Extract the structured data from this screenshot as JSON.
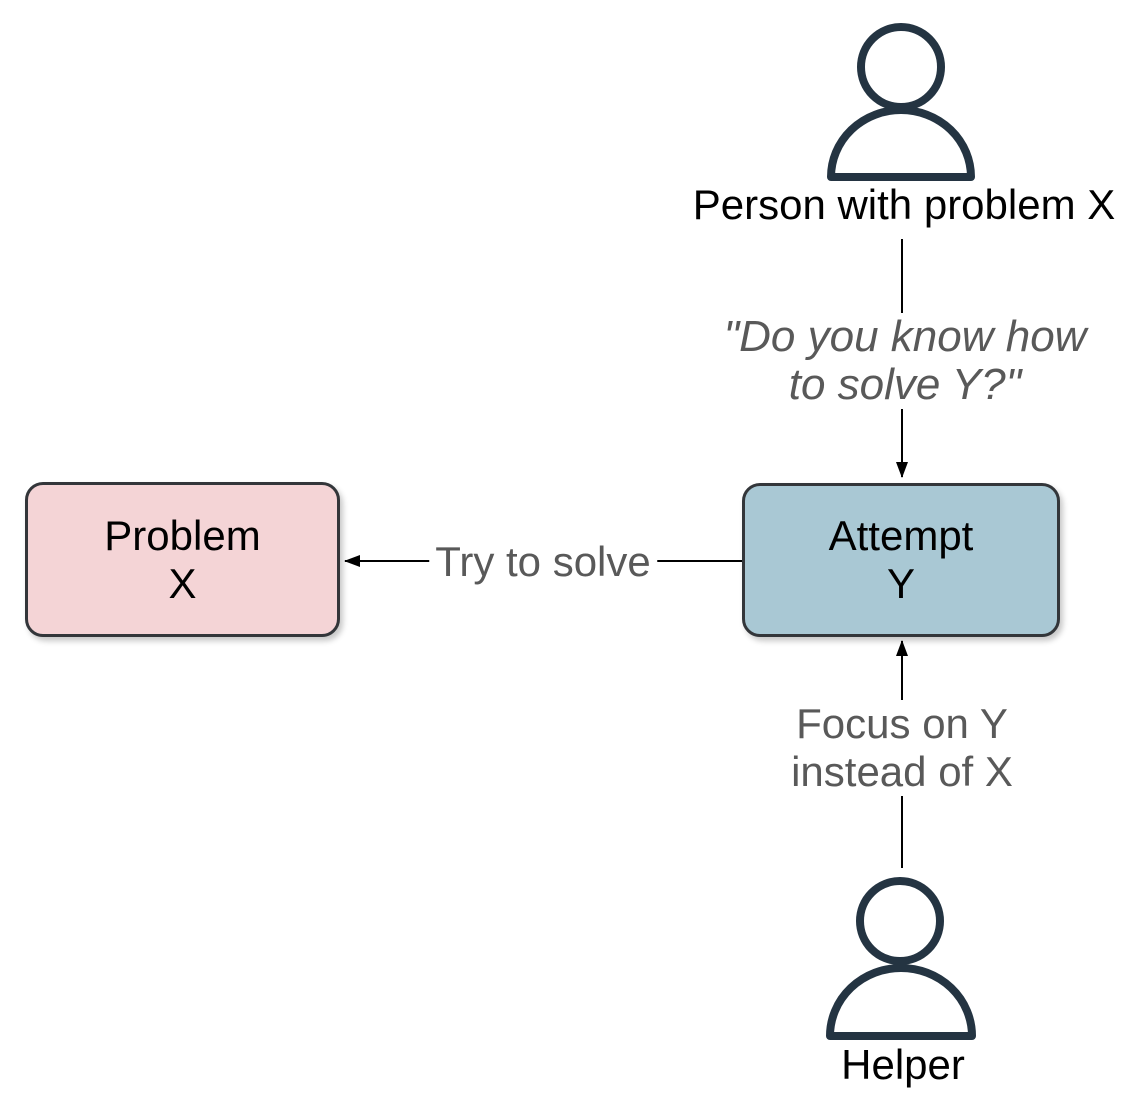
{
  "diagram": {
    "actors": {
      "person_with_problem": {
        "label": "Person with problem X"
      },
      "helper": {
        "label": "Helper"
      }
    },
    "nodes": {
      "problem_x": {
        "line1": "Problem",
        "line2": "X",
        "fill": "#f4d4d6",
        "border": "#33363a"
      },
      "attempt_y": {
        "line1": "Attempt",
        "line2": "Y",
        "fill": "#a9c8d4",
        "border": "#33363a"
      }
    },
    "edges": {
      "ask_question": {
        "line1": "\"Do you know how",
        "line2": "to solve Y?\""
      },
      "try_to_solve": {
        "label": "Try to solve"
      },
      "focus_on_y": {
        "line1": "Focus on Y",
        "line2": "instead of X"
      }
    },
    "colors": {
      "background": "#ffffff",
      "icon_stroke": "#243442",
      "arrow_line": "#000000",
      "edge_label_text": "#595959",
      "node_text": "#000000"
    }
  }
}
